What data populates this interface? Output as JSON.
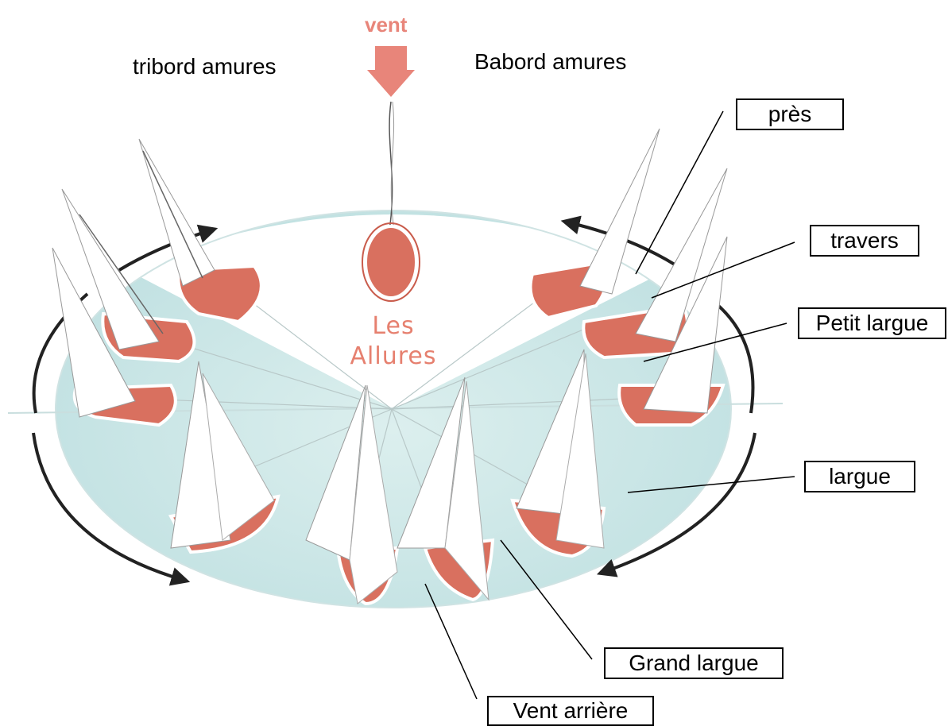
{
  "wind": {
    "label": "vent"
  },
  "tacks": {
    "starboard": "tribord amures",
    "port": "Babord amures"
  },
  "center_title": {
    "line1": "Les",
    "line2": "Allures"
  },
  "points_of_sail": {
    "pres": "près",
    "travers": "travers",
    "petit_largue": "Petit largue",
    "largue": "largue",
    "grand_largue": "Grand largue",
    "vent_arriere": "Vent arrière"
  },
  "colors": {
    "wind_arrow": "#e8857a",
    "water": "#cfe6e6",
    "hull": "#d9705f",
    "sail": "#ffffff",
    "circle_arrows": "#222222"
  }
}
